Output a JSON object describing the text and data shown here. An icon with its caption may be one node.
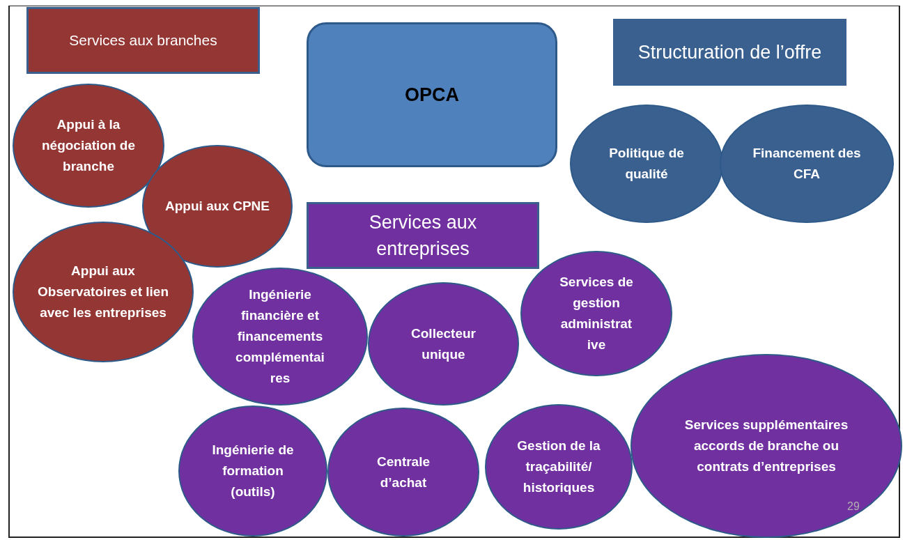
{
  "diagram": {
    "nodes": [
      {
        "text": [
          "Services aux branches"
        ]
      },
      {
        "text": [
          "OPCA"
        ]
      },
      {
        "text": [
          "Structuration de l’offre"
        ]
      },
      {
        "text": [
          "Appui à la négociation de branche"
        ]
      },
      {
        "text": [
          "Appui aux CPNE"
        ]
      },
      {
        "text": [
          "Appui aux Observatoires et lien avec les entreprises"
        ]
      },
      {
        "text": [
          "Politique de qualité"
        ]
      },
      {
        "text": [
          "Financement des CFA"
        ]
      },
      {
        "text": [
          "Services aux entreprises"
        ]
      },
      {
        "text": [
          "Ingénierie financière et financements complémentai res"
        ]
      },
      {
        "text": [
          "Collecteur unique"
        ]
      },
      {
        "text": [
          "Services de gestion administrat ive"
        ]
      },
      {
        "text": [
          "Ingénierie de formation (outils)"
        ]
      },
      {
        "text": [
          "Centrale d’achat"
        ]
      },
      {
        "text": [
          "Gestion de la traçabilité/ historiques"
        ]
      },
      {
        "text": [
          "Services supplémentaires accords de branche ou contrats d’entreprises"
        ]
      }
    ],
    "edges": [],
    "labels": [
      "29"
    ]
  }
}
